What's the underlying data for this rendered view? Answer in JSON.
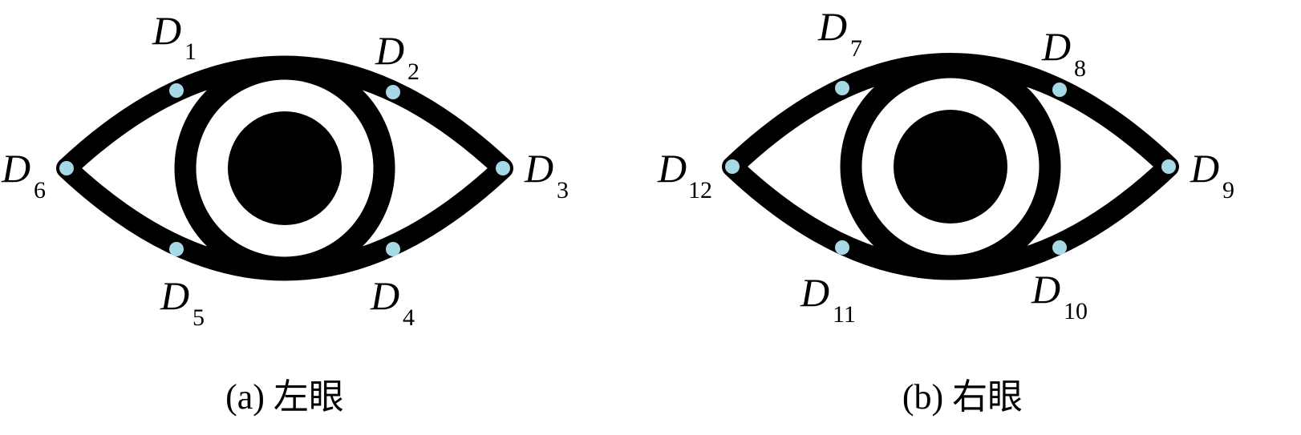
{
  "figure": {
    "colors": {
      "outline": "#000000",
      "landmark": "#a6d8e6"
    },
    "left_eye": {
      "caption": "(a) 左眼",
      "landmarks": [
        {
          "letter": "D",
          "sub": "1"
        },
        {
          "letter": "D",
          "sub": "2"
        },
        {
          "letter": "D",
          "sub": "3"
        },
        {
          "letter": "D",
          "sub": "4"
        },
        {
          "letter": "D",
          "sub": "5"
        },
        {
          "letter": "D",
          "sub": "6"
        }
      ]
    },
    "right_eye": {
      "caption": "(b) 右眼",
      "landmarks": [
        {
          "letter": "D",
          "sub": "7"
        },
        {
          "letter": "D",
          "sub": "8"
        },
        {
          "letter": "D",
          "sub": "9"
        },
        {
          "letter": "D",
          "sub": "10"
        },
        {
          "letter": "D",
          "sub": "11"
        },
        {
          "letter": "D",
          "sub": "12"
        }
      ]
    }
  }
}
